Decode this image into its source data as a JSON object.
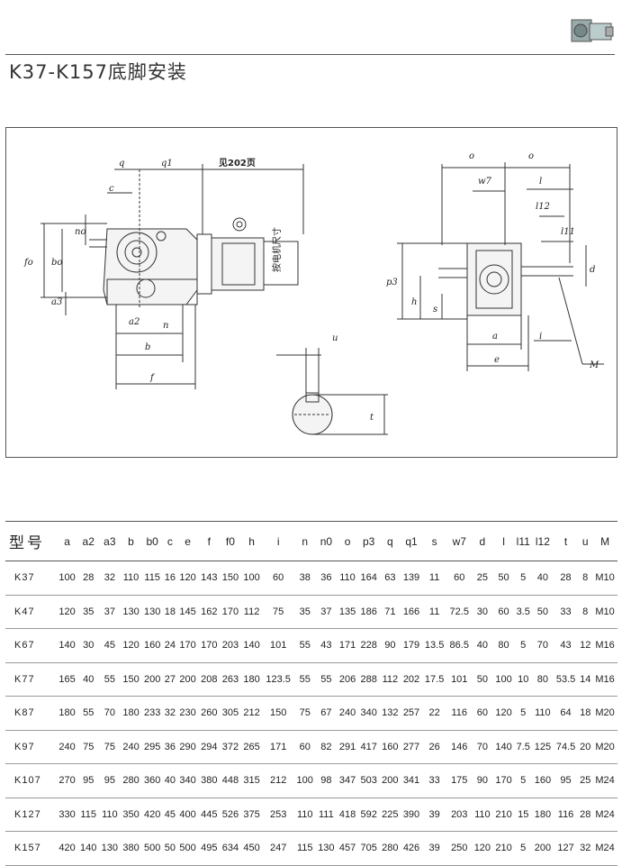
{
  "title": "K37-K157底脚安装",
  "drawing": {
    "labels": {
      "q": "q",
      "q1": "q1",
      "see_page": "见202页",
      "c": "c",
      "no": "no",
      "fo": "fo",
      "bo": "bo",
      "a3": "a3",
      "a2": "a2",
      "n": "n",
      "b": "b",
      "f": "f",
      "motor_size": "按电机尺寸",
      "o_left": "o",
      "o_right": "o",
      "w7": "w7",
      "l": "l",
      "l12": "l12",
      "l11": "l11",
      "p3": "p3",
      "h": "h",
      "s": "s",
      "d": "d",
      "a": "a",
      "i": "i",
      "e": "e",
      "M": "M",
      "u": "u",
      "t": "t"
    }
  },
  "table": {
    "headers": [
      "型号",
      "a",
      "a2",
      "a3",
      "b",
      "b0",
      "c",
      "e",
      "f",
      "f0",
      "h",
      "i",
      "n",
      "n0",
      "o",
      "p3",
      "q",
      "q1",
      "s",
      "w7",
      "d",
      "l",
      "l11",
      "l12",
      "t",
      "u",
      "M"
    ],
    "rows": [
      [
        "K37",
        "100",
        "28",
        "32",
        "110",
        "115",
        "16",
        "120",
        "143",
        "150",
        "100",
        "60",
        "38",
        "36",
        "110",
        "164",
        "63",
        "139",
        "11",
        "60",
        "25",
        "50",
        "5",
        "40",
        "28",
        "8",
        "M10"
      ],
      [
        "K47",
        "120",
        "35",
        "37",
        "130",
        "130",
        "18",
        "145",
        "162",
        "170",
        "112",
        "75",
        "35",
        "37",
        "135",
        "186",
        "71",
        "166",
        "11",
        "72.5",
        "30",
        "60",
        "3.5",
        "50",
        "33",
        "8",
        "M10"
      ],
      [
        "K67",
        "140",
        "30",
        "45",
        "120",
        "160",
        "24",
        "170",
        "170",
        "203",
        "140",
        "101",
        "55",
        "43",
        "171",
        "228",
        "90",
        "179",
        "13.5",
        "86.5",
        "40",
        "80",
        "5",
        "70",
        "43",
        "12",
        "M16"
      ],
      [
        "K77",
        "165",
        "40",
        "55",
        "150",
        "200",
        "27",
        "200",
        "208",
        "263",
        "180",
        "123.5",
        "55",
        "55",
        "206",
        "288",
        "112",
        "202",
        "17.5",
        "101",
        "50",
        "100",
        "10",
        "80",
        "53.5",
        "14",
        "M16"
      ],
      [
        "K87",
        "180",
        "55",
        "70",
        "180",
        "233",
        "32",
        "230",
        "260",
        "305",
        "212",
        "150",
        "75",
        "67",
        "240",
        "340",
        "132",
        "257",
        "22",
        "116",
        "60",
        "120",
        "5",
        "110",
        "64",
        "18",
        "M20"
      ],
      [
        "K97",
        "240",
        "75",
        "75",
        "240",
        "295",
        "36",
        "290",
        "294",
        "372",
        "265",
        "171",
        "60",
        "82",
        "291",
        "417",
        "160",
        "277",
        "26",
        "146",
        "70",
        "140",
        "7.5",
        "125",
        "74.5",
        "20",
        "M20"
      ],
      [
        "K107",
        "270",
        "95",
        "95",
        "280",
        "360",
        "40",
        "340",
        "380",
        "448",
        "315",
        "212",
        "100",
        "98",
        "347",
        "503",
        "200",
        "341",
        "33",
        "175",
        "90",
        "170",
        "5",
        "160",
        "95",
        "25",
        "M24"
      ],
      [
        "K127",
        "330",
        "115",
        "110",
        "350",
        "420",
        "45",
        "400",
        "445",
        "526",
        "375",
        "253",
        "110",
        "111",
        "418",
        "592",
        "225",
        "390",
        "39",
        "203",
        "110",
        "210",
        "15",
        "180",
        "116",
        "28",
        "M24"
      ],
      [
        "K157",
        "420",
        "140",
        "130",
        "380",
        "500",
        "50",
        "500",
        "495",
        "634",
        "450",
        "247",
        "115",
        "130",
        "457",
        "705",
        "280",
        "426",
        "39",
        "250",
        "120",
        "210",
        "5",
        "200",
        "127",
        "32",
        "M24"
      ]
    ]
  }
}
